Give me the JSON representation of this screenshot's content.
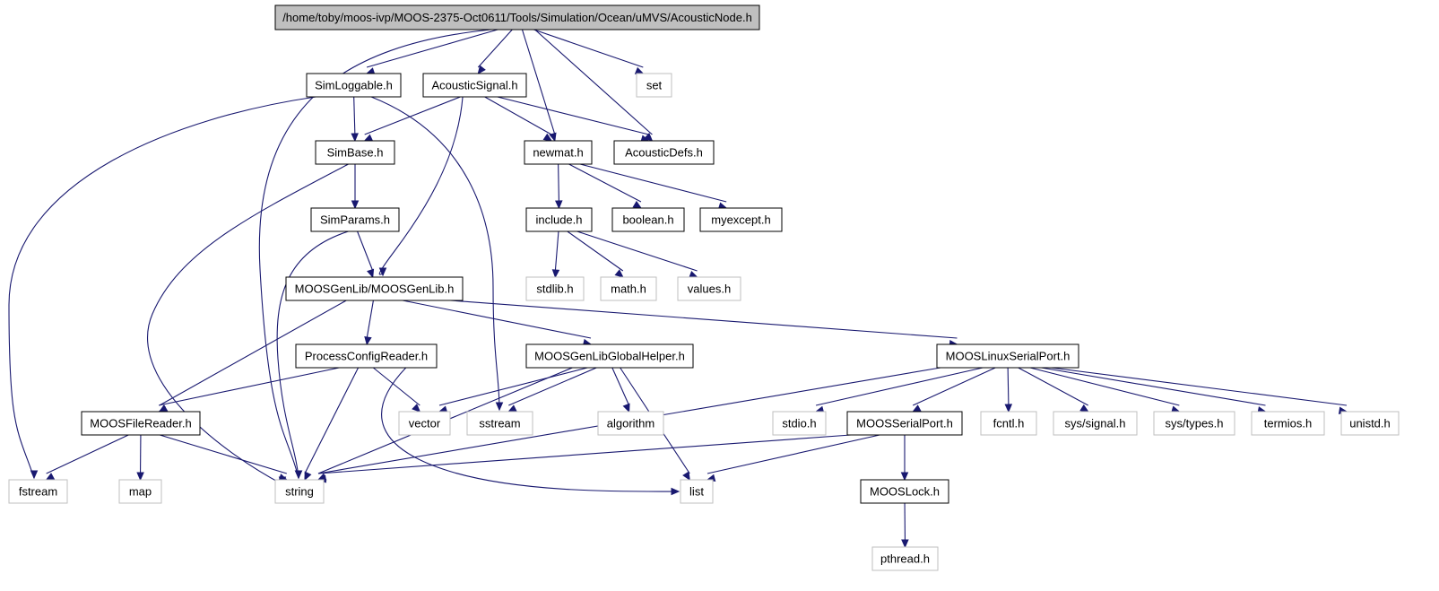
{
  "diagram": {
    "colors": {
      "edge": "#191970",
      "node_border": "#000000",
      "external_border": "#bfbfbf",
      "root_fill": "#bfbfbf"
    },
    "nodes": [
      {
        "id": "root",
        "label": "/home/toby/moos-ivp/MOOS-2375-Oct0611/Tools/Simulation/Ocean/uMVS/AcousticNode.h",
        "kind": "root"
      },
      {
        "id": "simloggable",
        "label": "SimLoggable.h",
        "kind": "file"
      },
      {
        "id": "acousticsignal",
        "label": "AcousticSignal.h",
        "kind": "file"
      },
      {
        "id": "set",
        "label": "set",
        "kind": "external"
      },
      {
        "id": "simbase",
        "label": "SimBase.h",
        "kind": "file"
      },
      {
        "id": "newmat",
        "label": "newmat.h",
        "kind": "file"
      },
      {
        "id": "acousticdefs",
        "label": "AcousticDefs.h",
        "kind": "file"
      },
      {
        "id": "simparams",
        "label": "SimParams.h",
        "kind": "file"
      },
      {
        "id": "include",
        "label": "include.h",
        "kind": "file"
      },
      {
        "id": "boolean",
        "label": "boolean.h",
        "kind": "file"
      },
      {
        "id": "myexcept",
        "label": "myexcept.h",
        "kind": "file"
      },
      {
        "id": "stdlib",
        "label": "stdlib.h",
        "kind": "external"
      },
      {
        "id": "math",
        "label": "math.h",
        "kind": "external"
      },
      {
        "id": "values",
        "label": "values.h",
        "kind": "external"
      },
      {
        "id": "moosgenlib",
        "label": "MOOSGenLib/MOOSGenLib.h",
        "kind": "file"
      },
      {
        "id": "processconfig",
        "label": "ProcessConfigReader.h",
        "kind": "file"
      },
      {
        "id": "globalhelper",
        "label": "MOOSGenLibGlobalHelper.h",
        "kind": "file"
      },
      {
        "id": "linuxserial",
        "label": "MOOSLinuxSerialPort.h",
        "kind": "file"
      },
      {
        "id": "filereader",
        "label": "MOOSFileReader.h",
        "kind": "file"
      },
      {
        "id": "vector",
        "label": "vector",
        "kind": "external"
      },
      {
        "id": "sstream",
        "label": "sstream",
        "kind": "external"
      },
      {
        "id": "algorithm",
        "label": "algorithm",
        "kind": "external"
      },
      {
        "id": "stdio",
        "label": "stdio.h",
        "kind": "external"
      },
      {
        "id": "serialport",
        "label": "MOOSSerialPort.h",
        "kind": "file"
      },
      {
        "id": "fcntl",
        "label": "fcntl.h",
        "kind": "external"
      },
      {
        "id": "syssignal",
        "label": "sys/signal.h",
        "kind": "external"
      },
      {
        "id": "systypes",
        "label": "sys/types.h",
        "kind": "external"
      },
      {
        "id": "termios",
        "label": "termios.h",
        "kind": "external"
      },
      {
        "id": "unistd",
        "label": "unistd.h",
        "kind": "external"
      },
      {
        "id": "fstream",
        "label": "fstream",
        "kind": "external"
      },
      {
        "id": "map",
        "label": "map",
        "kind": "external"
      },
      {
        "id": "string",
        "label": "string",
        "kind": "external"
      },
      {
        "id": "list",
        "label": "list",
        "kind": "external"
      },
      {
        "id": "mooslock",
        "label": "MOOSLock.h",
        "kind": "file"
      },
      {
        "id": "pthread",
        "label": "pthread.h",
        "kind": "external"
      }
    ],
    "edges": [
      [
        "root",
        "simloggable"
      ],
      [
        "root",
        "acousticsignal"
      ],
      [
        "root",
        "set"
      ],
      [
        "root",
        "newmat"
      ],
      [
        "root",
        "acousticdefs"
      ],
      [
        "root",
        "string"
      ],
      [
        "simloggable",
        "simbase"
      ],
      [
        "simloggable",
        "fstream"
      ],
      [
        "simloggable",
        "sstream"
      ],
      [
        "acousticsignal",
        "simbase"
      ],
      [
        "acousticsignal",
        "newmat"
      ],
      [
        "acousticsignal",
        "acousticdefs"
      ],
      [
        "acousticsignal",
        "moosgenlib"
      ],
      [
        "simbase",
        "simparams"
      ],
      [
        "simbase",
        "string"
      ],
      [
        "simparams",
        "moosgenlib"
      ],
      [
        "simparams",
        "string"
      ],
      [
        "newmat",
        "include"
      ],
      [
        "newmat",
        "boolean"
      ],
      [
        "newmat",
        "myexcept"
      ],
      [
        "include",
        "stdlib"
      ],
      [
        "include",
        "math"
      ],
      [
        "include",
        "values"
      ],
      [
        "moosgenlib",
        "processconfig"
      ],
      [
        "moosgenlib",
        "globalhelper"
      ],
      [
        "moosgenlib",
        "linuxserial"
      ],
      [
        "moosgenlib",
        "filereader"
      ],
      [
        "processconfig",
        "filereader"
      ],
      [
        "processconfig",
        "vector"
      ],
      [
        "processconfig",
        "string"
      ],
      [
        "processconfig",
        "list"
      ],
      [
        "globalhelper",
        "vector"
      ],
      [
        "globalhelper",
        "sstream"
      ],
      [
        "globalhelper",
        "algorithm"
      ],
      [
        "globalhelper",
        "string"
      ],
      [
        "globalhelper",
        "list"
      ],
      [
        "linuxserial",
        "string"
      ],
      [
        "linuxserial",
        "stdio"
      ],
      [
        "linuxserial",
        "serialport"
      ],
      [
        "linuxserial",
        "fcntl"
      ],
      [
        "linuxserial",
        "syssignal"
      ],
      [
        "linuxserial",
        "systypes"
      ],
      [
        "linuxserial",
        "termios"
      ],
      [
        "linuxserial",
        "unistd"
      ],
      [
        "filereader",
        "fstream"
      ],
      [
        "filereader",
        "map"
      ],
      [
        "filereader",
        "string"
      ],
      [
        "serialport",
        "string"
      ],
      [
        "serialport",
        "list"
      ],
      [
        "serialport",
        "mooslock"
      ],
      [
        "mooslock",
        "pthread"
      ]
    ]
  }
}
